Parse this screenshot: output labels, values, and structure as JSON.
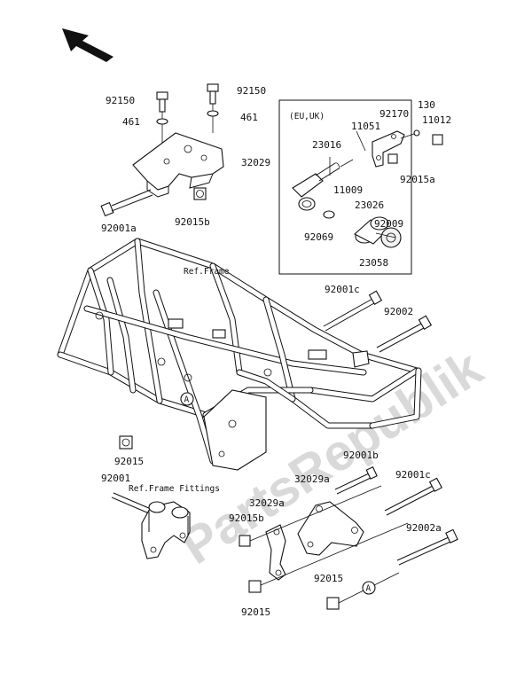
{
  "labels": {
    "p92150_a": "92150",
    "p92150_b": "92150",
    "p461_a": "461",
    "p461_b": "461",
    "p32029": "32029",
    "p92001a": "92001a",
    "p92015b_top": "92015b",
    "ref_frame": "Ref.Frame",
    "p92001c_top": "92001c",
    "p92002": "92002",
    "p92015_left": "92015",
    "p92001": "92001",
    "ref_fittings": "Ref.Frame Fittings",
    "p92001b": "92001b",
    "p32029a_1": "32029a",
    "p32029a_2": "32029a",
    "p92015b_low": "92015b",
    "p92001c_low": "92001c",
    "p92002a": "92002a",
    "p92015_mid": "92015",
    "p92015_bottom": "92015",
    "inset_title": "(EU,UK)",
    "p23016": "23016",
    "p11051": "11051",
    "p92170": "92170",
    "p130": "130",
    "p11012": "11012",
    "p92015a": "92015a",
    "p11009": "11009",
    "p23026": "23026",
    "p92009": "92009",
    "p92069": "92069",
    "p23058": "23058"
  },
  "markers": {
    "ref_a_frame": "A",
    "ref_a_bolt": "A"
  },
  "watermark": "PartsRepublik",
  "icons": {
    "direction": "arrow-up-left-icon"
  }
}
